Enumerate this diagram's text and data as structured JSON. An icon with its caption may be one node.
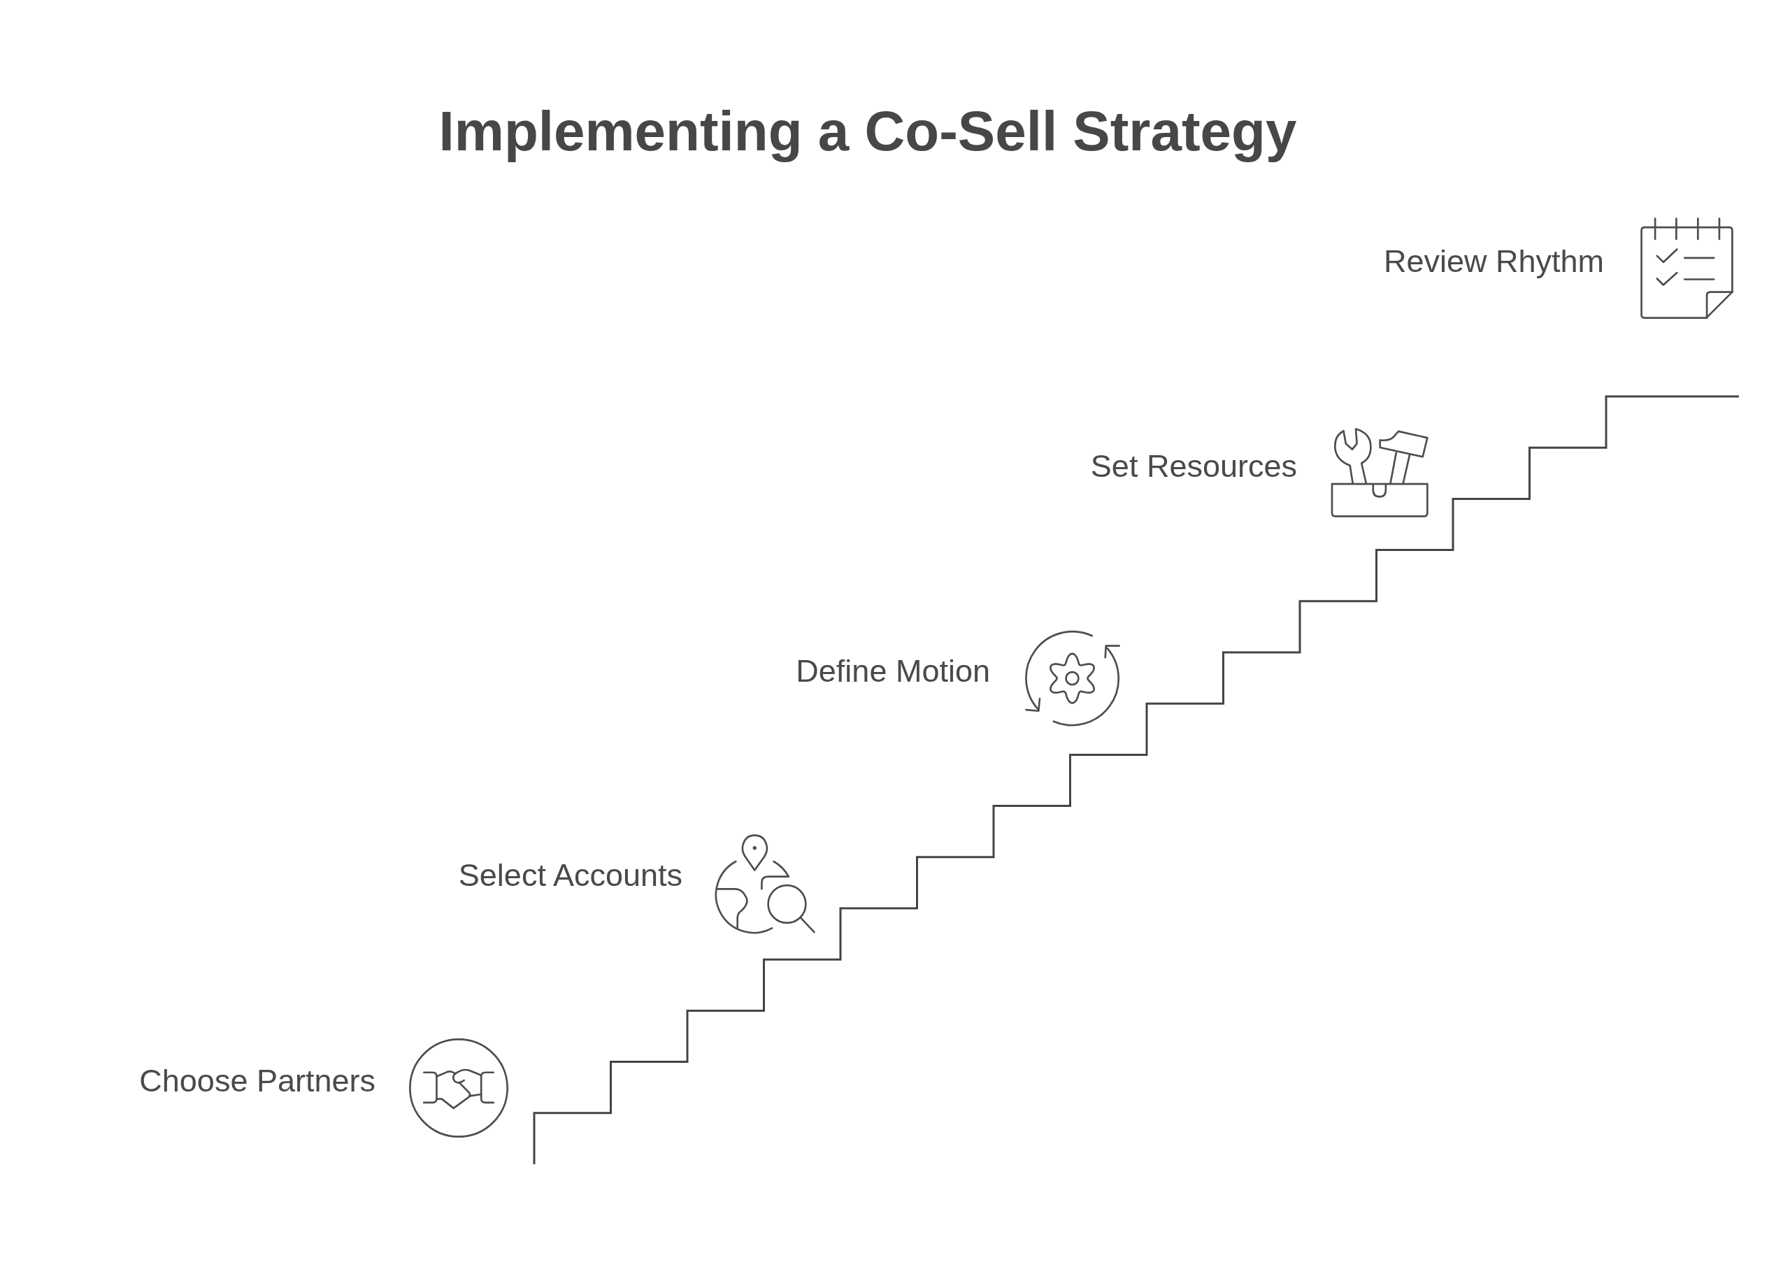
{
  "diagram": {
    "title": "Implementing a Co-Sell Strategy",
    "labels": [
      "Review Rhythm",
      "Set Resources",
      "Define Motion",
      "Select Accounts",
      "Choose Partners"
    ]
  }
}
